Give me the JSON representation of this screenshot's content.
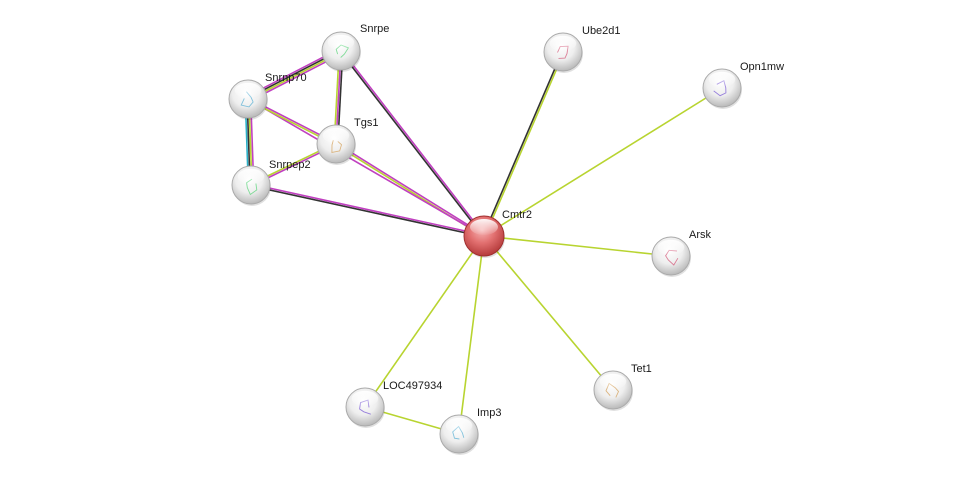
{
  "network": {
    "nodes": [
      {
        "id": "cmtr2",
        "label": "Cmtr2",
        "query": true
      },
      {
        "id": "snrpe",
        "label": "Snrpe"
      },
      {
        "id": "ube2d1",
        "label": "Ube2d1"
      },
      {
        "id": "opn1mw",
        "label": "Opn1mw"
      },
      {
        "id": "snrnp70",
        "label": "Snrnp70"
      },
      {
        "id": "tgs1",
        "label": "Tgs1"
      },
      {
        "id": "snrpep2",
        "label": "Snrpep2"
      },
      {
        "id": "arsk",
        "label": "Arsk"
      },
      {
        "id": "loc497934",
        "label": "LOC497934"
      },
      {
        "id": "imp3",
        "label": "Imp3"
      },
      {
        "id": "tet1",
        "label": "Tet1"
      }
    ],
    "edges": [
      {
        "a": "cmtr2",
        "b": "snrpe",
        "colors": [
          "#333333",
          "#c040c0"
        ]
      },
      {
        "a": "cmtr2",
        "b": "ube2d1",
        "colors": [
          "#333333",
          "#b8d430"
        ]
      },
      {
        "a": "cmtr2",
        "b": "opn1mw",
        "colors": [
          "#b8d430"
        ]
      },
      {
        "a": "cmtr2",
        "b": "tgs1",
        "colors": [
          "#b8d430",
          "#c040c0"
        ]
      },
      {
        "a": "cmtr2",
        "b": "snrnp70",
        "colors": [
          "#c040c0"
        ]
      },
      {
        "a": "cmtr2",
        "b": "snrpep2",
        "colors": [
          "#333333",
          "#c040c0"
        ]
      },
      {
        "a": "cmtr2",
        "b": "arsk",
        "colors": [
          "#b8d430"
        ]
      },
      {
        "a": "cmtr2",
        "b": "loc497934",
        "colors": [
          "#b8d430"
        ]
      },
      {
        "a": "cmtr2",
        "b": "imp3",
        "colors": [
          "#b8d430"
        ]
      },
      {
        "a": "cmtr2",
        "b": "tet1",
        "colors": [
          "#b8d430"
        ]
      },
      {
        "a": "snrpe",
        "b": "snrnp70",
        "colors": [
          "#c040c0",
          "#b8d430",
          "#333333",
          "#c040c0"
        ]
      },
      {
        "a": "snrpe",
        "b": "tgs1",
        "colors": [
          "#333333",
          "#c040c0",
          "#b8d430"
        ]
      },
      {
        "a": "snrnp70",
        "b": "snrpep2",
        "colors": [
          "#c040c0",
          "#b8d430",
          "#333333",
          "#2ab0c8"
        ]
      },
      {
        "a": "snrnp70",
        "b": "tgs1",
        "colors": [
          "#c040c0",
          "#b8d430"
        ]
      },
      {
        "a": "tgs1",
        "b": "snrpep2",
        "colors": [
          "#c040c0",
          "#b8d430"
        ]
      },
      {
        "a": "loc497934",
        "b": "imp3",
        "colors": [
          "#b8d430"
        ]
      }
    ],
    "colors": {
      "query_fill": "#e06060",
      "node_fill": "#f2f2f2",
      "node_stroke": "#aaaaaa",
      "text_mining": "#b8d430",
      "coexpression": "#333333",
      "experiments": "#c040c0",
      "databases": "#2ab0c8"
    }
  }
}
